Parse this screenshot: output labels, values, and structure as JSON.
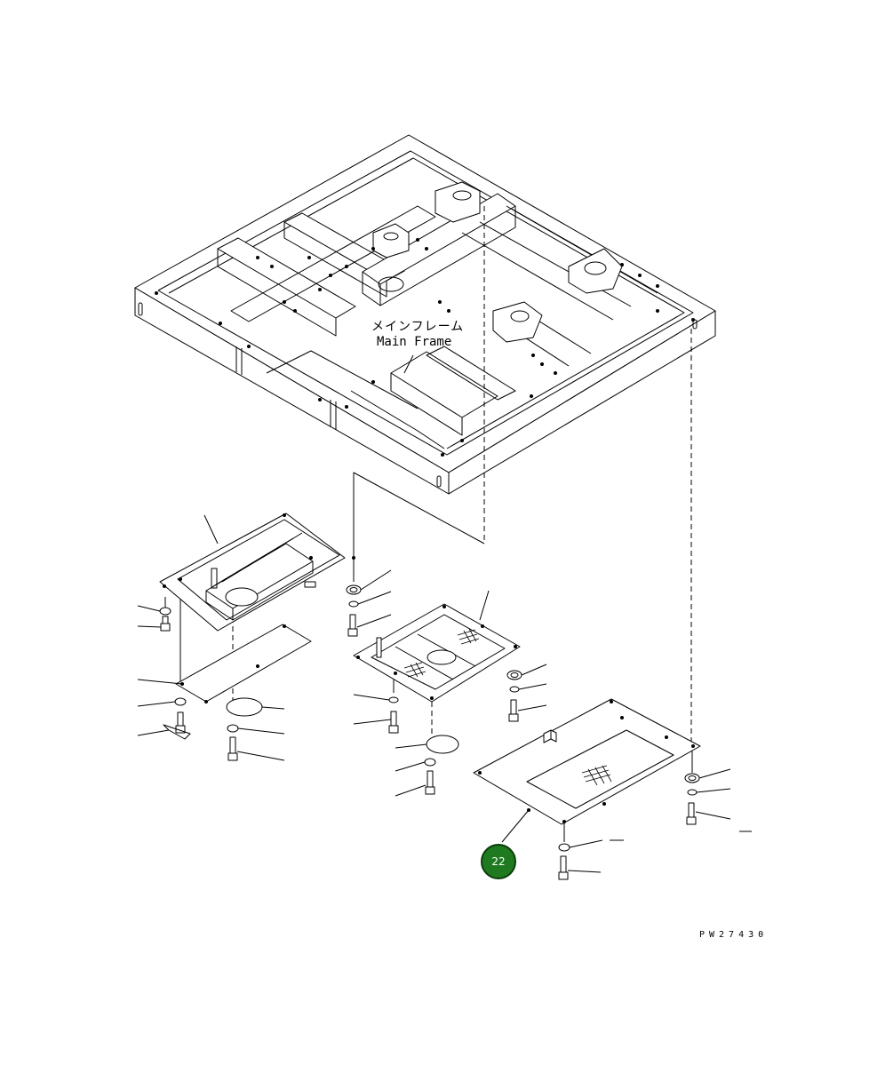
{
  "colors": {
    "line": "#000000",
    "background": "#ffffff",
    "callout_fill": "#1f7a1f",
    "callout_border": "#0b3d0b",
    "callout_text": "#ffffff"
  },
  "labels": {
    "main_frame_jp": "メインフレーム",
    "main_frame_en": "Main Frame",
    "drawing_code": "PW27430"
  },
  "callout": {
    "number": "22"
  }
}
